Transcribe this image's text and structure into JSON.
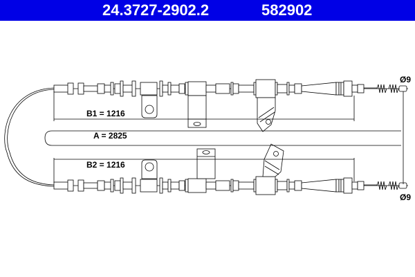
{
  "header": {
    "part_number": "24.3727-2902.2",
    "reference": "582902",
    "background_color": "#0000e6",
    "text_color": "#ffffff"
  },
  "diagram": {
    "type": "brake cable technical drawing",
    "dimensions": {
      "b1": "B1 = 1216",
      "a": "A = 2825",
      "b2": "B2 = 1216"
    },
    "diameters": {
      "top": "Ø9",
      "bottom": "Ø9"
    },
    "cables": [
      "upper-cable",
      "lower-cable"
    ]
  }
}
